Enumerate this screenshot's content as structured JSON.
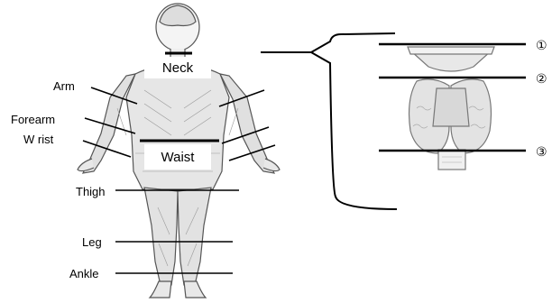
{
  "diagram": {
    "body_labels": {
      "neck": "Neck",
      "waist": "Waist",
      "arm": "Arm",
      "forearm": "Forearm",
      "wrist": "W rist",
      "thigh": "Thigh",
      "leg": "Leg",
      "ankle": "Ankle"
    },
    "markers": [
      "①",
      "②",
      "③"
    ]
  }
}
